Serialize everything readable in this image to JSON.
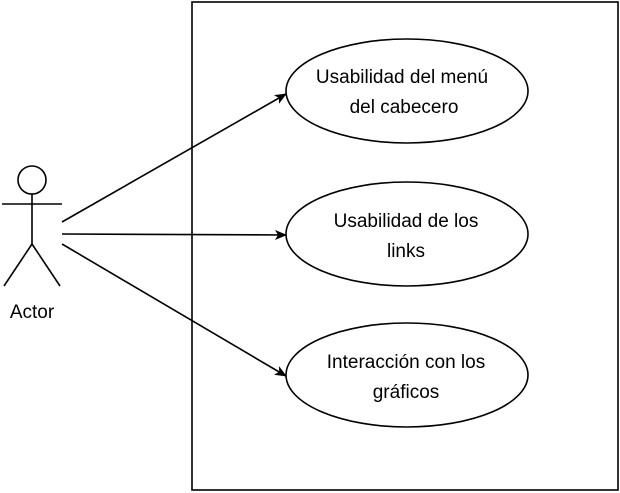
{
  "actor": {
    "label": "Actor"
  },
  "use_cases": [
    {
      "line1": "Usabilidad del menú",
      "line2": "del cabecero"
    },
    {
      "line1": "Usabilidad de los",
      "line2": "links"
    },
    {
      "line1": "Interacción con los",
      "line2": "gráficos"
    }
  ],
  "colors": {
    "stroke": "#000000",
    "fill": "#ffffff"
  }
}
